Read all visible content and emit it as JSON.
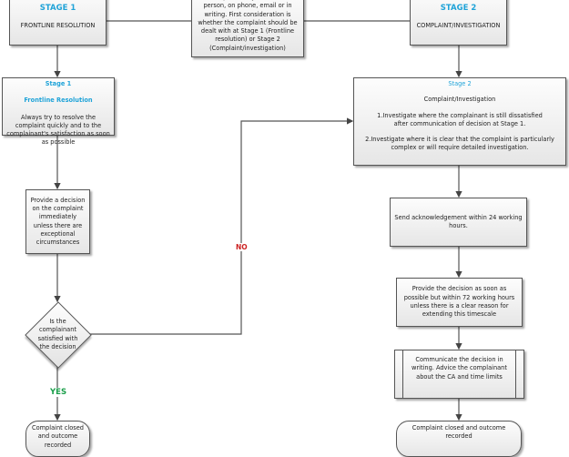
{
  "stage1_header": {
    "title": "STAGE 1",
    "subtitle": "FRONTLINE RESOLUTION"
  },
  "intro_box": {
    "text": "A complaint may be made in person, on phone, email or in writing. First consideration is whether the complaint should be dealt with at Stage 1 (Frontline resolution) or Stage 2 (Complaint/investigation)"
  },
  "stage2_header": {
    "title": "STAGE 2",
    "subtitle": "COMPLAINT/INVESTIGATION"
  },
  "stage1_detail": {
    "title": "Stage 1",
    "subtitle": "Frontline Resolution",
    "text": "Always try to resolve the complaint quickly and to the complainant's satisfaction as soon as possible"
  },
  "stage1_decision": {
    "text": "Provide a decision on the complaint immediately unless there are exceptional circumstances"
  },
  "satisfied_check": {
    "text": "Is the complainant satisfied with the decision"
  },
  "labels": {
    "yes": "YES",
    "no": "NO",
    "yes_color": "#1a9e4a",
    "no_color": "#cc2222"
  },
  "stage1_end": {
    "text": "Complaint closed and outcome recorded"
  },
  "stage2_detail": {
    "title": "Stage 2",
    "subtitle": "Complaint/Investigation",
    "point1": "1.Investigate where the complainant is still dissatisfied after communication of decision at Stage 1.",
    "point2": "2.Investigate where it is clear that the complaint is particularly complex or will require detailed investigation."
  },
  "acknowledge": {
    "text": "Send acknowledgement within 24 working hours."
  },
  "stage2_decision": {
    "text": "Provide the decision as soon as possible but within 72 working hours unless there is a clear reason for extending this timescale"
  },
  "communicate": {
    "text": "Communicate the decision in writing. Advice the complainant about the CA and time limits"
  },
  "stage2_end": {
    "text": "Complaint closed and outcome recorded"
  },
  "colors": {
    "accent": "#1fa3d8",
    "line": "#555555"
  }
}
